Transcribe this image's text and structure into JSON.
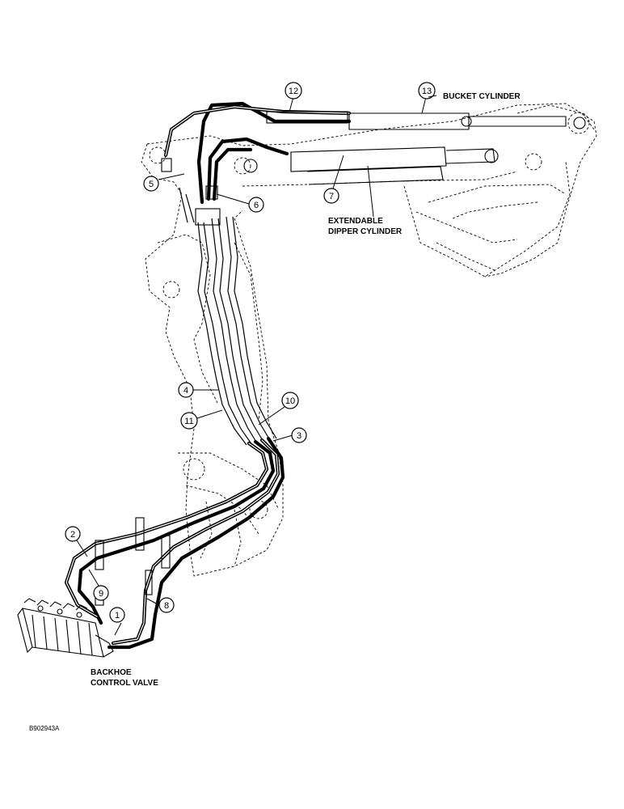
{
  "labels": {
    "bucket_cylinder": "BUCKET CYLINDER",
    "dipper_line1": "EXTENDABLE",
    "dipper_line2": "DIPPER CYLINDER",
    "valve_line1": "BACKHOE",
    "valve_line2": "CONTROL VALVE",
    "figure_id": "B902943A"
  },
  "callouts": [
    "1",
    "2",
    "3",
    "4",
    "5",
    "6",
    "7",
    "8",
    "9",
    "10",
    "11",
    "12",
    "13"
  ]
}
